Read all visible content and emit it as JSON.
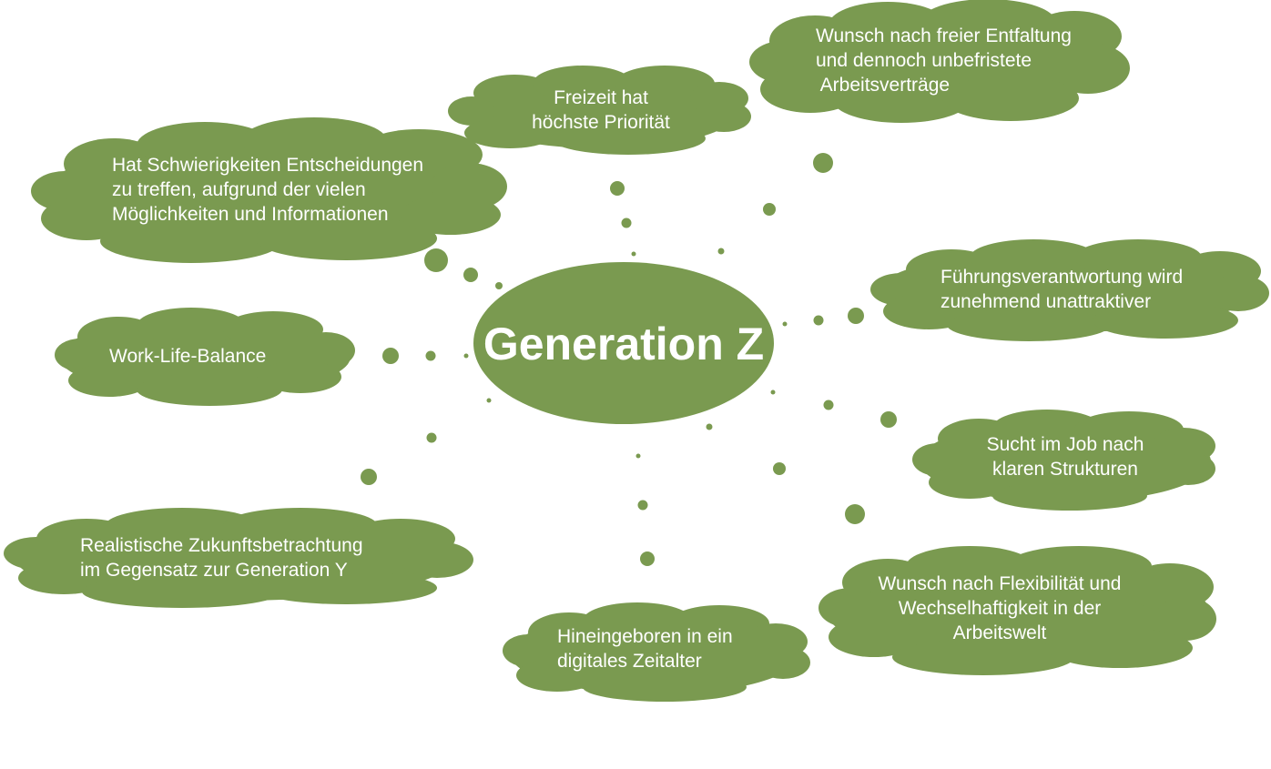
{
  "colors": {
    "shape_fill": "#7a9a50",
    "text": "#ffffff",
    "background": "#ffffff"
  },
  "center": {
    "title": "Generation Z"
  },
  "clouds": [
    {
      "id": "entfaltung",
      "lines": [
        "Wunsch nach freier Entfaltung",
        "und dennoch unbefristete",
        " Arbeitsverträge"
      ]
    },
    {
      "id": "freizeit",
      "lines": [
        "Freizeit hat",
        "höchste Priorität"
      ]
    },
    {
      "id": "entscheidungen",
      "lines": [
        "Hat Schwierigkeiten Entscheidungen",
        "zu treffen, aufgrund der vielen",
        "Möglichkeiten und Informationen"
      ]
    },
    {
      "id": "fuehrung",
      "lines": [
        "Führungsverantwortung wird",
        "zunehmend unattraktiver"
      ]
    },
    {
      "id": "worklife",
      "lines": [
        "Work-Life-Balance"
      ]
    },
    {
      "id": "strukturen",
      "lines": [
        "Sucht im Job nach",
        "klaren Strukturen"
      ]
    },
    {
      "id": "zukunft",
      "lines": [
        "Realistische Zukunftsbetrachtung",
        "im Gegensatz zur Generation Y"
      ]
    },
    {
      "id": "flexibilitaet",
      "lines": [
        "Wunsch nach Flexibilität und",
        "Wechselhaftigkeit in der",
        "Arbeitswelt"
      ]
    },
    {
      "id": "digital",
      "lines": [
        "Hineingeboren in ein",
        "digitales Zeitalter"
      ]
    }
  ]
}
